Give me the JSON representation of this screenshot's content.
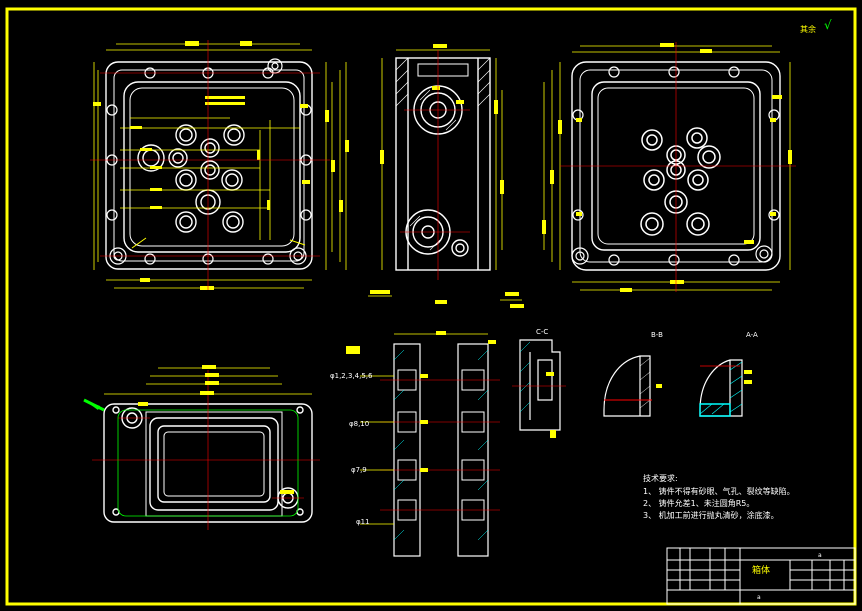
{
  "colors": {
    "background": "#000000",
    "frame": "#ffff00",
    "geometry": "#ffffff",
    "dimension": "#ffff00",
    "centerline": "#ff0000",
    "hatch": "#00ffff",
    "inner_contour": "#00ff00"
  },
  "corner_note": "其余",
  "sections": {
    "section_c": "C-C",
    "section_b": "B-B",
    "section_a": "A-A"
  },
  "callouts": {
    "bolt_group_1": "φ1,2,3,4,5,6",
    "bolt_group_2": "φ8,10",
    "bolt_group_3": "φ7,9",
    "bolt_group_4": "φ11"
  },
  "tech_requirements": {
    "heading": "技术要求:",
    "items": [
      "1、 铸件不得有砂眼、气孔、裂纹等缺陷。",
      "2、 铸件允差1、未注圆角R5。",
      "3、 机加工前进行抛丸清砂，涂底漆。"
    ]
  },
  "title_block": {
    "part_name": "箱体",
    "drawing_no": "a",
    "bottom_code": "a"
  }
}
